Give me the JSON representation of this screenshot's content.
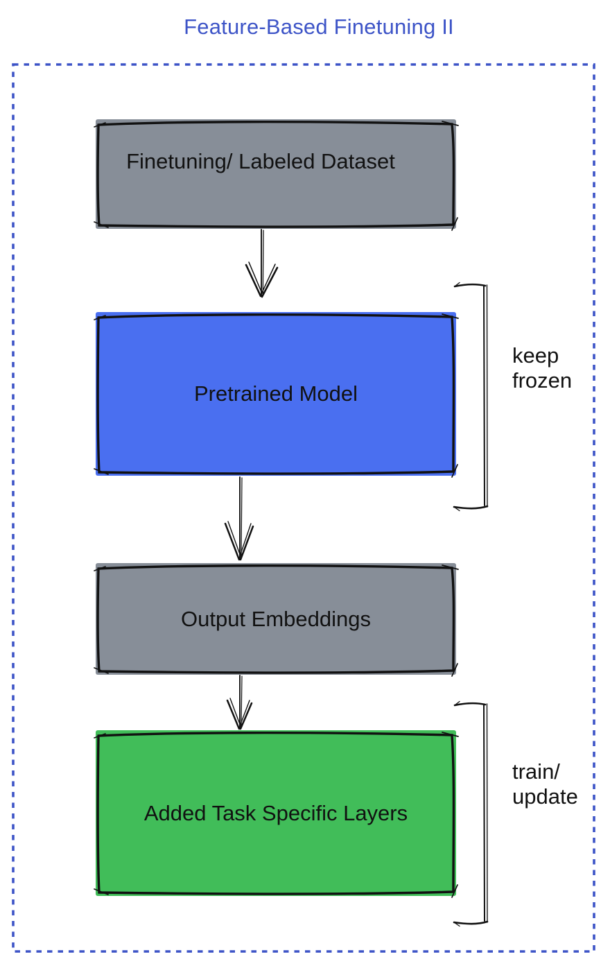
{
  "title": "Feature-Based Finetuning II",
  "colors": {
    "title_blue": "#3D54C7",
    "frame_blue": "#3D54C7",
    "ink": "#111111"
  },
  "diagram": {
    "nodes": [
      {
        "id": "finetuning-dataset",
        "label": "Finetuning/ Labeled Dataset",
        "fill": "#878E98"
      },
      {
        "id": "pretrained-model",
        "label": "Pretrained Model",
        "fill": "#4A6FF0"
      },
      {
        "id": "output-embeddings",
        "label": "Output Embeddings",
        "fill": "#878E98"
      },
      {
        "id": "added-task-layers",
        "label": "Added Task Specific Layers",
        "fill": "#41BD59"
      }
    ],
    "annotations": [
      {
        "id": "keep-frozen",
        "line1": "keep",
        "line2": "frozen"
      },
      {
        "id": "train-update",
        "line1": "train/",
        "line2": "update"
      }
    ]
  }
}
